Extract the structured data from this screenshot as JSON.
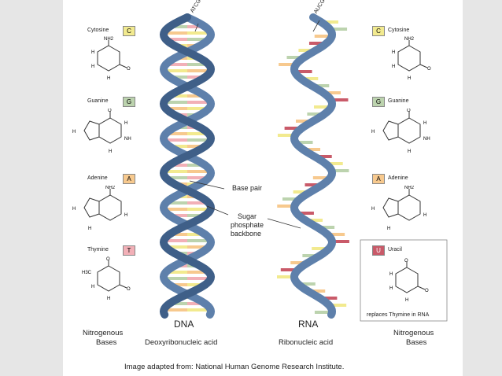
{
  "colors": {
    "backbone": "#5e80ab",
    "backbone_dark": "#3f5f88",
    "cytosine": "#f2ea8f",
    "guanine": "#bcd3ae",
    "adenine": "#f7c98e",
    "thymine": "#f2b0b7",
    "uracil": "#c95a69"
  },
  "dna": {
    "top_label": "ATCG s",
    "title": "DNA",
    "subtitle": "Deoxyribonucleic acid"
  },
  "rna": {
    "top_label": "AUCG s",
    "title": "RNA",
    "subtitle": "Ribonucleic acid"
  },
  "left_bases": [
    {
      "name": "Cytosine",
      "letter": "C"
    },
    {
      "name": "Guanine",
      "letter": "G"
    },
    {
      "name": "Adenine",
      "letter": "A"
    },
    {
      "name": "Thymine",
      "letter": "T"
    }
  ],
  "right_bases": [
    {
      "name": "Cytosine",
      "letter": "C"
    },
    {
      "name": "Guanine",
      "letter": "G"
    },
    {
      "name": "Adenine",
      "letter": "A"
    },
    {
      "name": "Uracil",
      "letter": "U"
    }
  ],
  "uracil_note": "replaces Thymine in RNA",
  "nitro_left": [
    "Nitrogenous",
    "Bases"
  ],
  "nitro_right": [
    "Nitrogenous",
    "Bases"
  ],
  "callouts": {
    "base_pair": "Base pair",
    "backbone": [
      "Sugar",
      "phosphate",
      "backbone"
    ]
  },
  "credit": "Image adapted from: National Human Genome Research Institute."
}
